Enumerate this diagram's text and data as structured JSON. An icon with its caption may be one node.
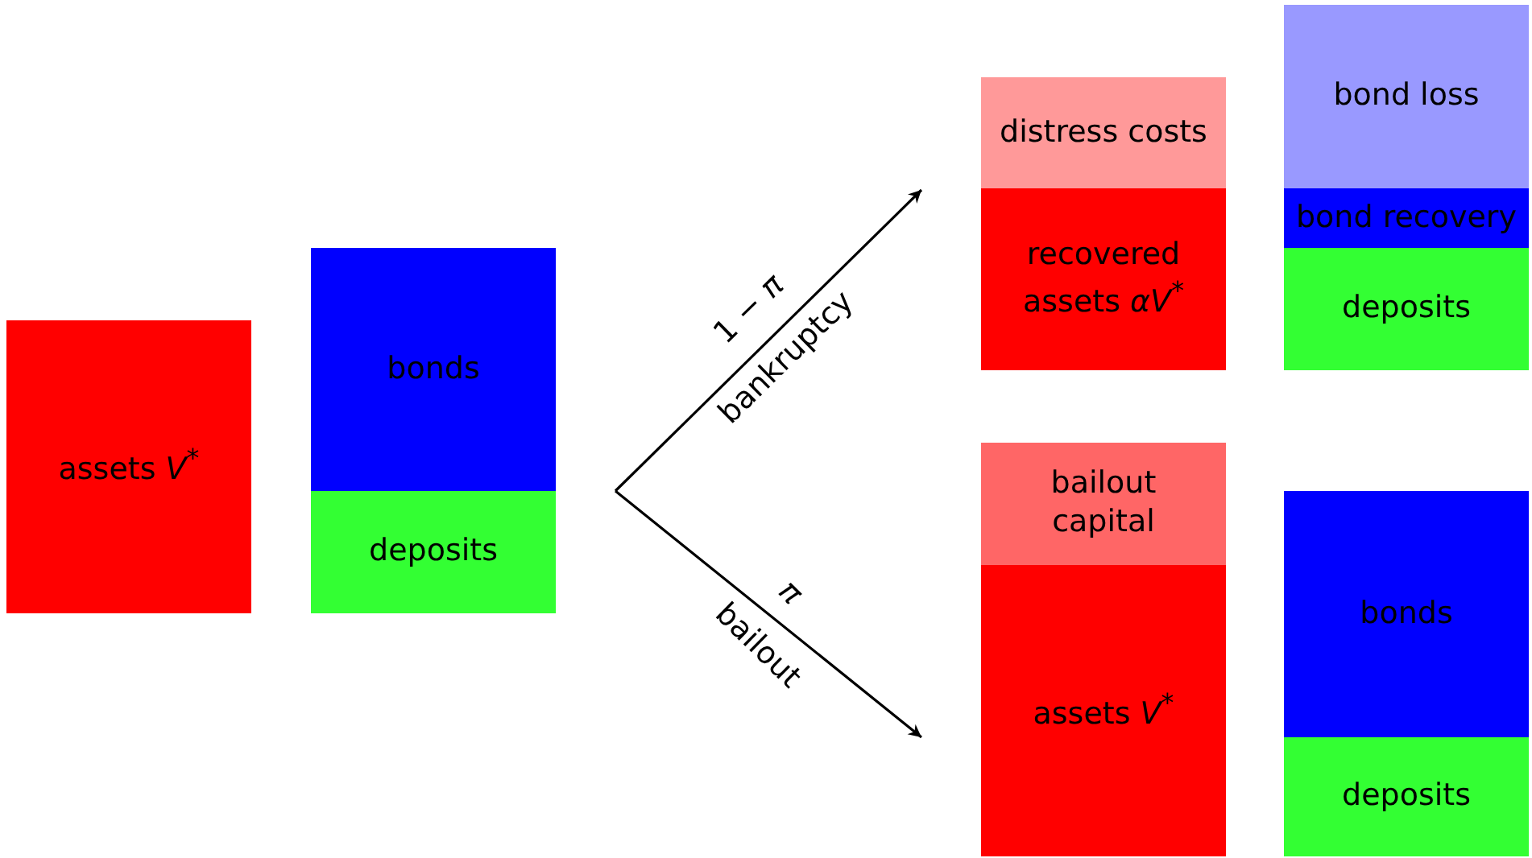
{
  "diagram": {
    "nodes": [
      {
        "text": [
          "assets *V*$^{*}$"
        ]
      },
      {
        "text": [
          "bonds"
        ]
      },
      {
        "text": [
          "deposits"
        ]
      },
      {
        "text": [
          "distress costs"
        ]
      },
      {
        "text": [
          "recovered assets *αV*$^{*}$"
        ]
      },
      {
        "text": [
          "bailout capital"
        ]
      },
      {
        "text": [
          "assets *V*$^{*}$"
        ]
      },
      {
        "text": [
          "bond loss"
        ]
      },
      {
        "text": [
          "bond recovery"
        ]
      },
      {
        "text": [
          "deposits"
        ]
      },
      {
        "text": [
          "bonds"
        ]
      },
      {
        "text": [
          "deposits"
        ]
      }
    ],
    "edges": [
      {
        "from": null,
        "to": 4,
        "arrow": "to"
      },
      {
        "from": null,
        "to": 6,
        "arrow": "to"
      }
    ],
    "labels": [
      "1 − *π*",
      "bankruptcy",
      "*π*",
      "bailout"
    ]
  }
}
